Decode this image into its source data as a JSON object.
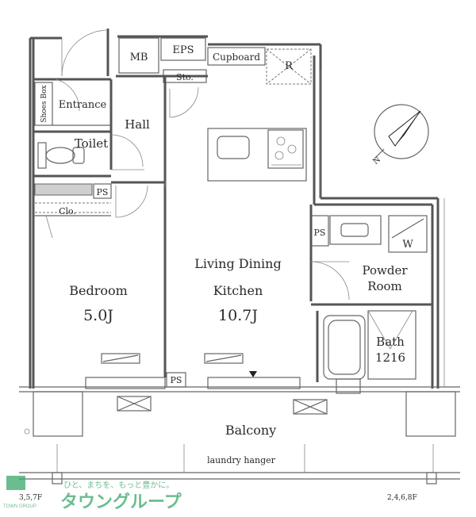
{
  "rooms": {
    "mb": "MB",
    "eps": "EPS",
    "cupboard": "Cupboard",
    "refrigerator": "R",
    "storage": "Sto.",
    "shoes_box": "Shoes Box",
    "entrance": "Entrance",
    "hall": "Hall",
    "toilet": "Toilet",
    "ps_bedroom": "PS",
    "closet": "Clo.",
    "bedroom_name": "Bedroom",
    "bedroom_size": "5.0J",
    "ldk_name_line1": "Living Dining",
    "ldk_name_line2": "Kitchen",
    "ldk_size": "10.7J",
    "ps_bottom": "PS",
    "ps_powder": "PS",
    "washer": "W",
    "powder_line1": "Powder",
    "powder_line2": "Room",
    "bath_name": "Bath",
    "bath_size": "1216",
    "balcony": "Balcony",
    "laundry_hanger": "laundry hanger"
  },
  "floor_notes": {
    "left": "3,5,7F",
    "right": "2,4,6,8F"
  },
  "compass": {
    "label": "N",
    "icon": "north-arrow-icon"
  },
  "watermark": {
    "tagline": "ひと、まちを、もっと豊かに。",
    "brand": "タウングループ",
    "sub": "TOWN GROUP",
    "color": "#3aa86a"
  }
}
